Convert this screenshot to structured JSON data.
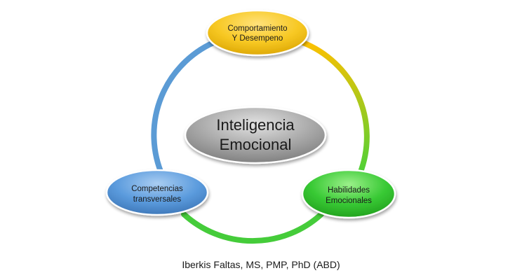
{
  "diagram": {
    "center": {
      "line1": "Inteligencia",
      "line2": "Emocional"
    },
    "nodes": {
      "top": {
        "line1": "Comportamiento",
        "line2": "Y Desempeno"
      },
      "right": {
        "line1": "Habilidades",
        "line2": "Emocionales"
      },
      "left": {
        "line1": "Competencias",
        "line2": "transversales"
      }
    },
    "colors": {
      "top_node": "#f5c518",
      "right_node": "#3cc43a",
      "left_node": "#4a90d9",
      "center_node": "#9a9a9a",
      "arc_blue": "#5b9bd5",
      "arc_yellow": "#ffc000",
      "arc_green": "#4cd137"
    }
  },
  "credit": "Iberkis Faltas, MS, PMP, PhD (ABD)"
}
